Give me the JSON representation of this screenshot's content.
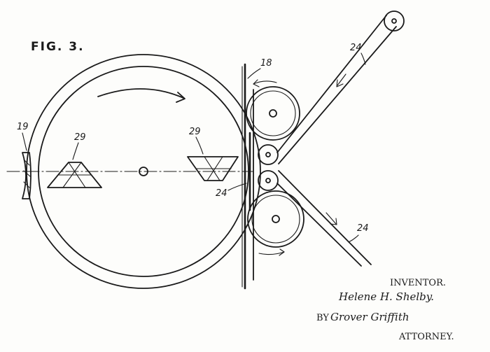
{
  "figure": {
    "title": "FIG. 3.",
    "labels": {
      "lens": "19",
      "prism_left": "29",
      "prism_right": "29",
      "film_near_gate": "24",
      "film_top": "24",
      "film_bottom": "24",
      "gate": "18"
    }
  },
  "signature": {
    "inventor_caption": "INVENTOR.",
    "inventor_name": "Helene H. Shelby.",
    "by": "BY",
    "attorney_signature": "Grover Griffith",
    "attorney_caption": "ATTORNEY."
  },
  "colors": {
    "ink": "#1a1a1a",
    "paper": "#fdfdfb"
  }
}
